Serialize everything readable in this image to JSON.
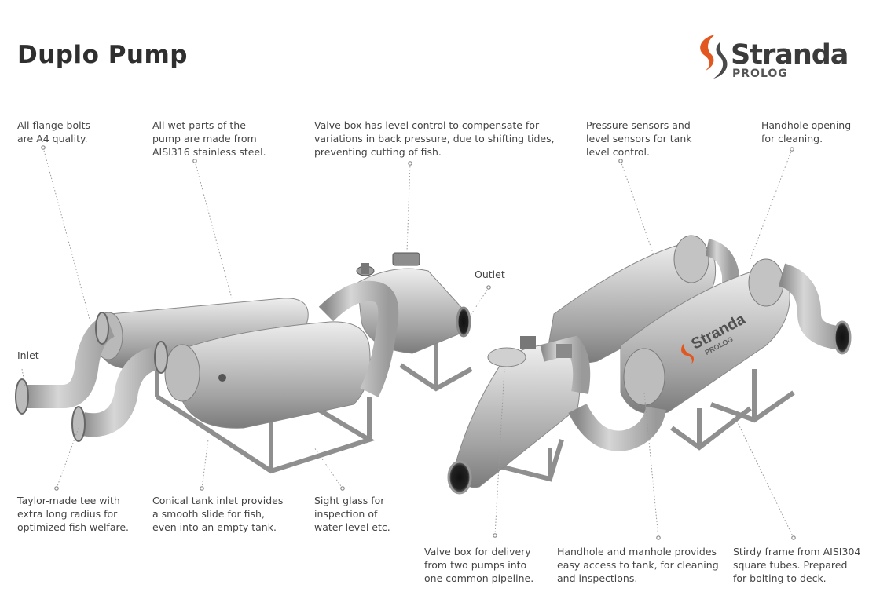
{
  "title": "Duplo Pump",
  "logo": {
    "word": "Stranda",
    "sub": "PROLOG",
    "accent": "#e2561f",
    "dark": "#3b3b3b"
  },
  "tank_logo": {
    "word": "Stranda",
    "sub": "PROLOG"
  },
  "callouts": {
    "flange_bolts": "All flange bolts\nare A4 quality.",
    "wet_parts": "All wet parts of the\npump are made from\nAISI316 stainless steel.",
    "valve_box_level": "Valve box has level control to compensate for\nvariations in back pressure, due to shifting tides,\npreventing cutting of fish.",
    "pressure_sensors": "Pressure sensors and\nlevel sensors for tank\nlevel control.",
    "handhole_opening": "Handhole opening\nfor cleaning.",
    "inlet": "Inlet",
    "outlet": "Outlet",
    "taylor_tee": "Taylor-made tee with\nextra long radius for\noptimized fish welfare.",
    "conical_inlet": "Conical tank inlet provides\na smooth slide for fish,\neven into an empty tank.",
    "sight_glass": "Sight glass for\ninspection of\nwater level etc.",
    "valve_box_delivery": "Valve box for delivery\nfrom two pumps into\none common pipeline.",
    "handhole_manhole": "Handhole and manhole provides\neasy access to tank, for cleaning\nand inspections.",
    "frame": "Stirdy frame from AISI304\nsquare tubes. Prepared\nfor bolting to deck."
  }
}
